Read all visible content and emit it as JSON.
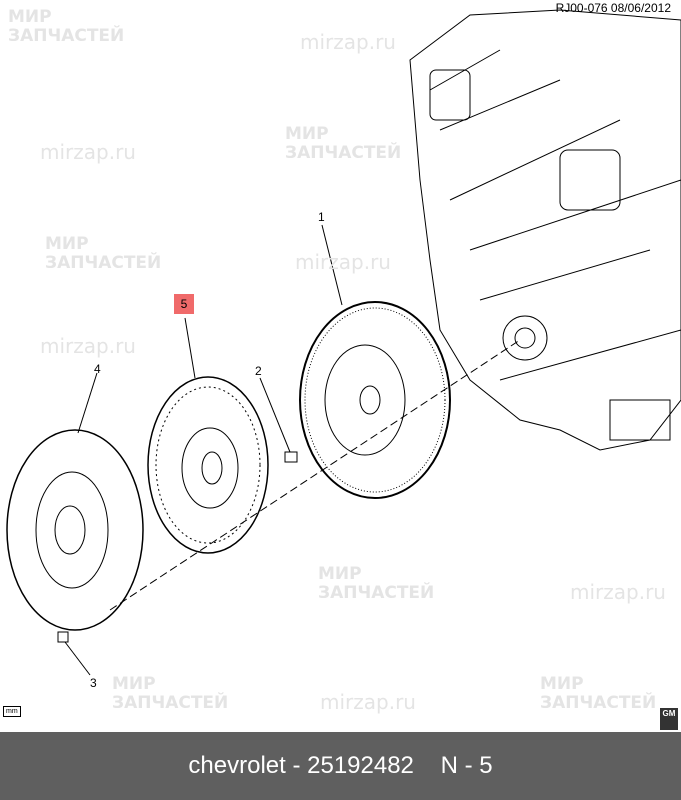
{
  "header": {
    "reference": "RJ00-076  08/06/2012"
  },
  "callouts": {
    "c1": "1",
    "c2": "2",
    "c3": "3",
    "c4": "4",
    "c5": "5"
  },
  "watermark": {
    "line1": "МИР",
    "line2": "ЗАПЧАСТЕЙ",
    "url": "mirzap.ru"
  },
  "badges": {
    "units": "mm",
    "brand": "GM"
  },
  "footer": {
    "title": "chevrolet - 25192482",
    "part": "N - 5"
  },
  "colors": {
    "highlight": "#f06a6a",
    "footer_bg": "#5f5f5f"
  }
}
